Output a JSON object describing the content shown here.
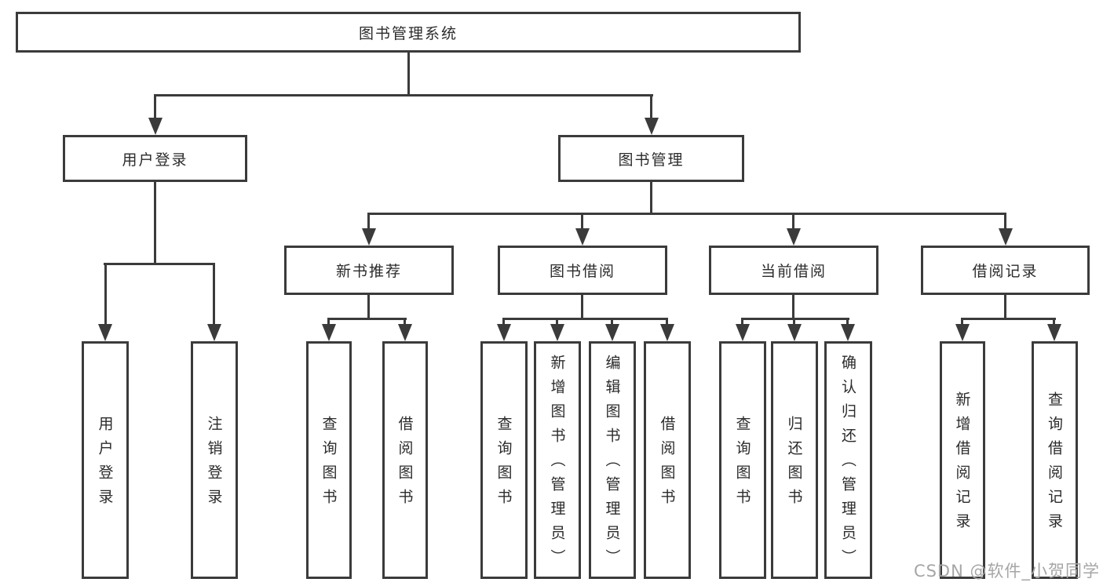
{
  "colors": {
    "line": "#3b3b3b",
    "text": "#2b2b2b",
    "watermark": "#a6a6a6",
    "background": "#ffffff"
  },
  "watermark": "CSDN @软件_小贺同学",
  "tree": {
    "root": {
      "label": "图书管理系统"
    },
    "branches": [
      {
        "label": "用户登录",
        "children": [
          {
            "label": "用户登录"
          },
          {
            "label": "注销登录"
          }
        ]
      },
      {
        "label": "图书管理",
        "children": [
          {
            "label": "新书推荐",
            "children": [
              {
                "label": "查询图书"
              },
              {
                "label": "借阅图书"
              }
            ]
          },
          {
            "label": "图书借阅",
            "children": [
              {
                "label": "查询图书"
              },
              {
                "label": "新增图书（管理员）"
              },
              {
                "label": "编辑图书（管理员）"
              },
              {
                "label": "借阅图书"
              }
            ]
          },
          {
            "label": "当前借阅",
            "children": [
              {
                "label": "查询图书"
              },
              {
                "label": "归还图书"
              },
              {
                "label": "确认归还（管理员）"
              }
            ]
          },
          {
            "label": "借阅记录",
            "children": [
              {
                "label": "新增借阅记录"
              },
              {
                "label": "查询借阅记录"
              }
            ]
          }
        ]
      }
    ]
  }
}
